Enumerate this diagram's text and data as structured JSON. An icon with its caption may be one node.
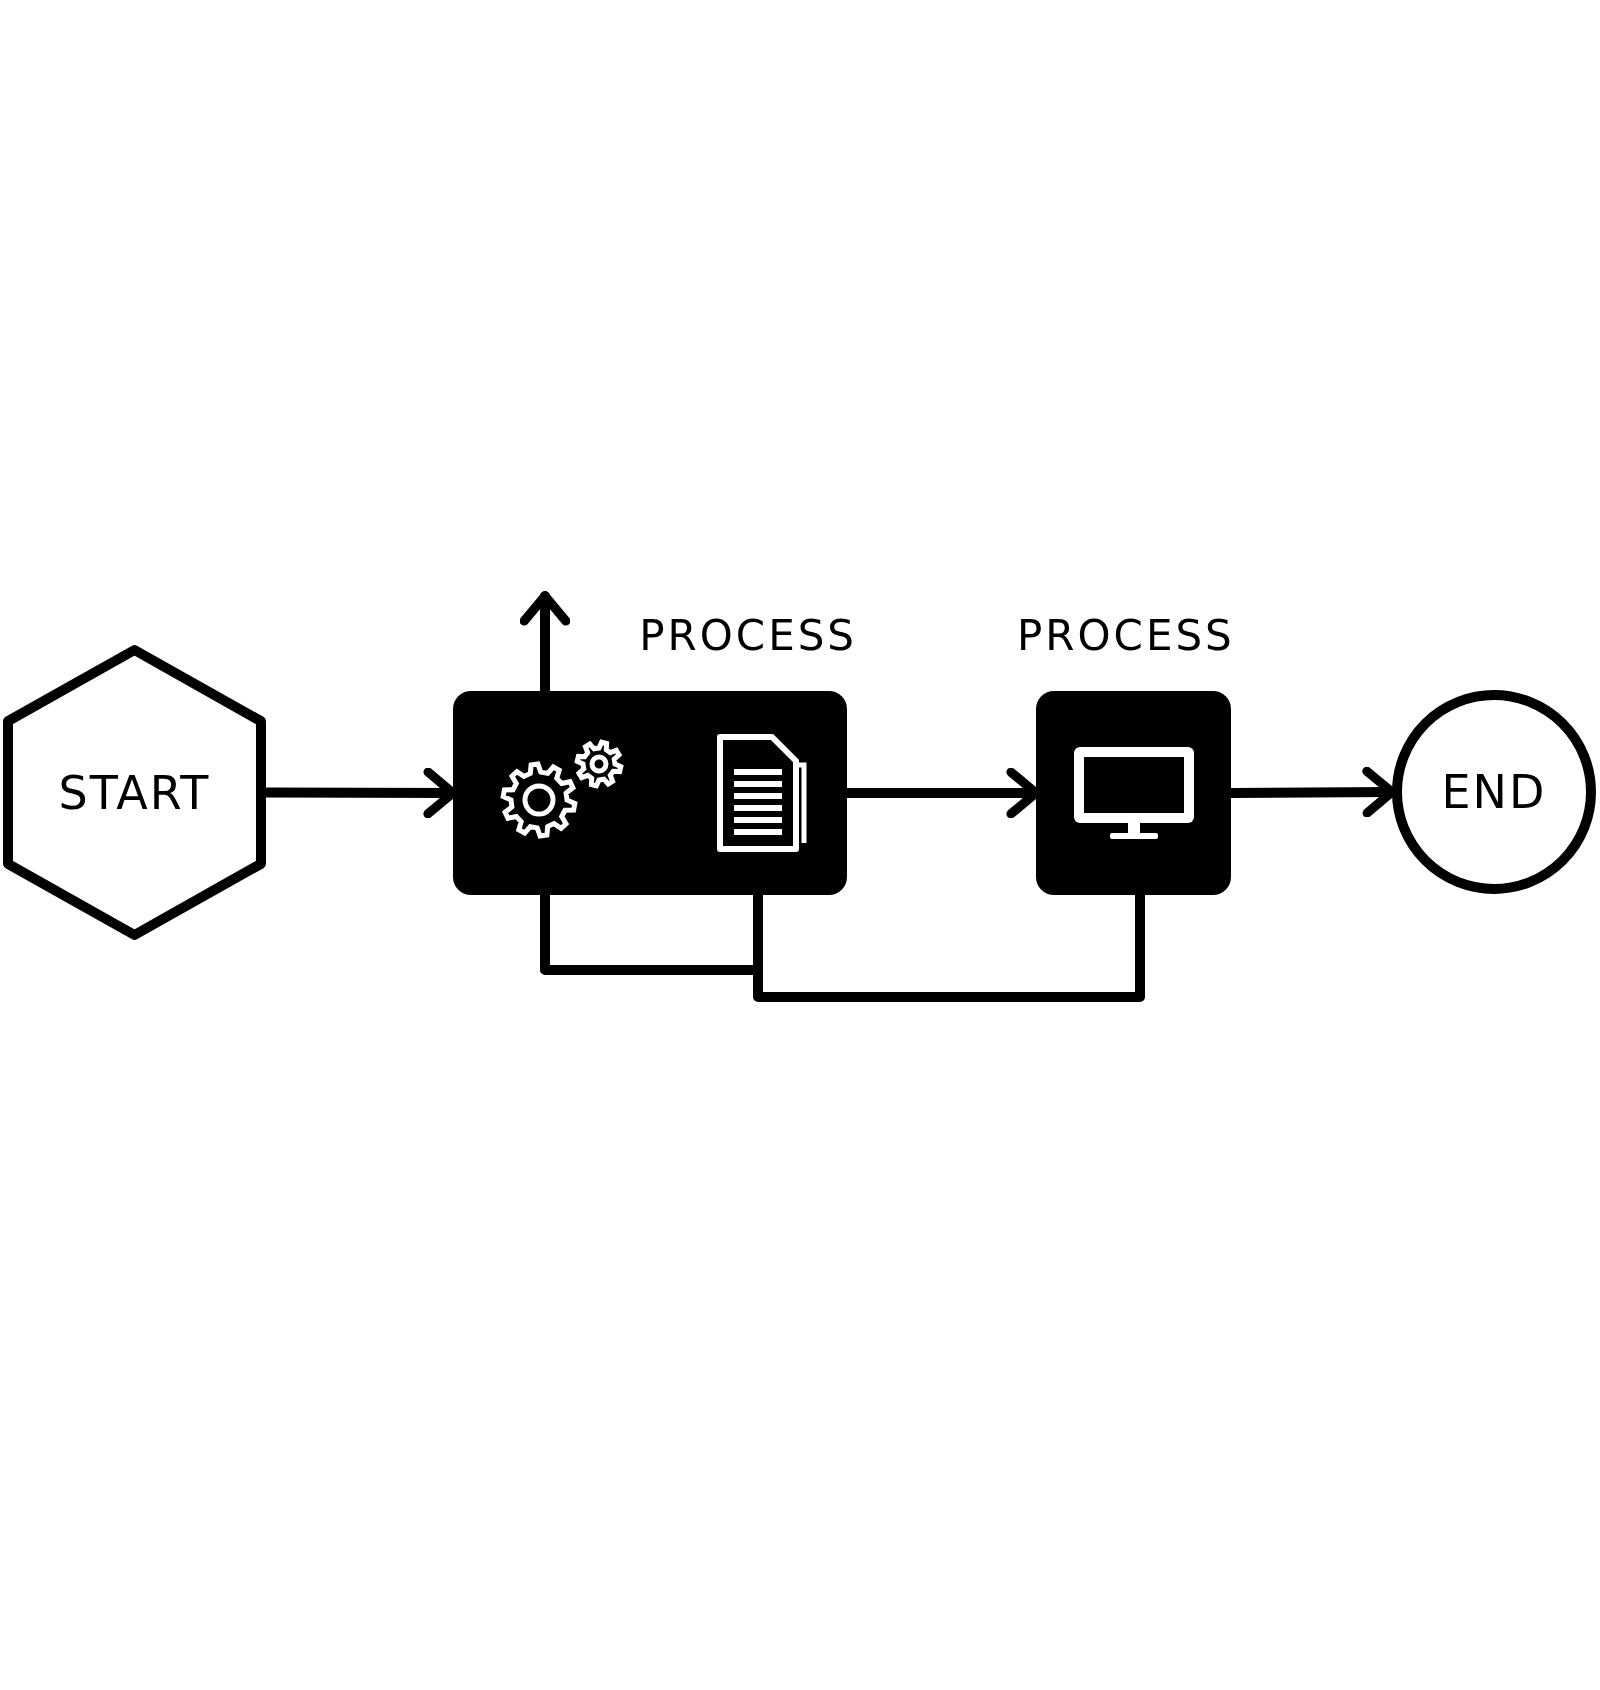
{
  "diagram": {
    "nodes": [
      {
        "text": [
          "START"
        ]
      },
      {
        "text": [
          "PROCESS"
        ]
      },
      {
        "text": [
          "PROCESS"
        ]
      },
      {
        "text": [
          "END"
        ]
      }
    ],
    "edges": [
      {
        "from": 0,
        "to": 1,
        "arrow": "to"
      },
      {
        "from": 1,
        "to": 2,
        "arrow": "to"
      },
      {
        "from": 2,
        "to": 3,
        "arrow": "to"
      },
      {
        "from": 1,
        "to": null,
        "arrow": "to"
      },
      {
        "from": 1,
        "to": 1,
        "arrow": "none"
      },
      {
        "from": 2,
        "to": 1,
        "arrow": "none"
      }
    ]
  }
}
